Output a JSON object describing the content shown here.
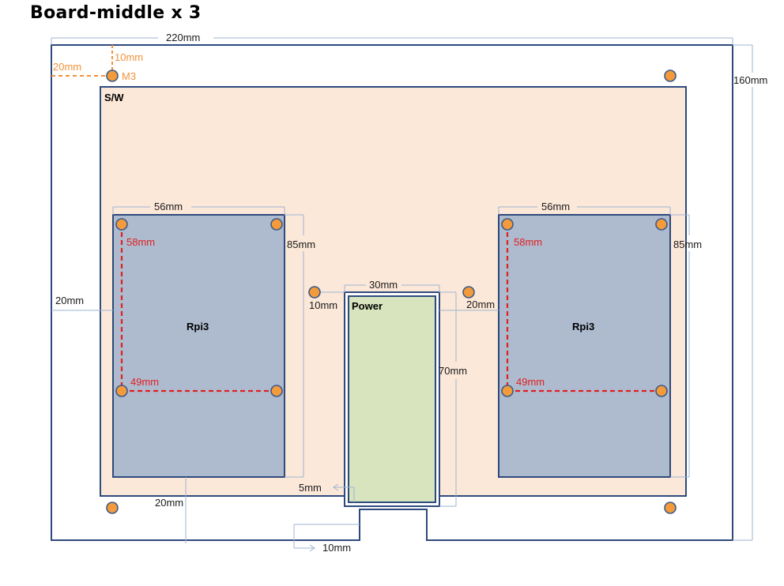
{
  "title": "Board-middle x 3",
  "colors": {
    "board_outline": "#2e4a7d",
    "sw_fill": "#fce8d8",
    "rpi_fill": "#aebbcf",
    "power_fill": "#d7e4bd",
    "hole_fill": "#f39a3a",
    "dimension_line": "#9db5d3",
    "red_dash": "#e02020",
    "orange_dash": "#f0923a"
  },
  "labels": {
    "board_width": "220mm",
    "board_height": "160mm",
    "hole_offset_x": "20mm",
    "hole_offset_y": "10mm",
    "hole_type": "M3",
    "sw": "S/W",
    "rpi_left": "Rpi3",
    "rpi_right": "Rpi3",
    "rpi_left_width": "56mm",
    "rpi_right_width": "56mm",
    "rpi_left_height": "85mm",
    "rpi_right_height": "85mm",
    "rpi_left_hole_v": "58mm",
    "rpi_right_hole_v": "58mm",
    "rpi_left_hole_h": "49mm",
    "rpi_right_hole_h": "49mm",
    "left_margin": "20mm",
    "gap_left_power": "10mm",
    "gap_power_right": "20mm",
    "power": "Power",
    "power_width": "30mm",
    "power_height": "70mm",
    "bottom_gap": "20mm",
    "notch_offset": "5mm",
    "notch_depth": "10mm"
  }
}
